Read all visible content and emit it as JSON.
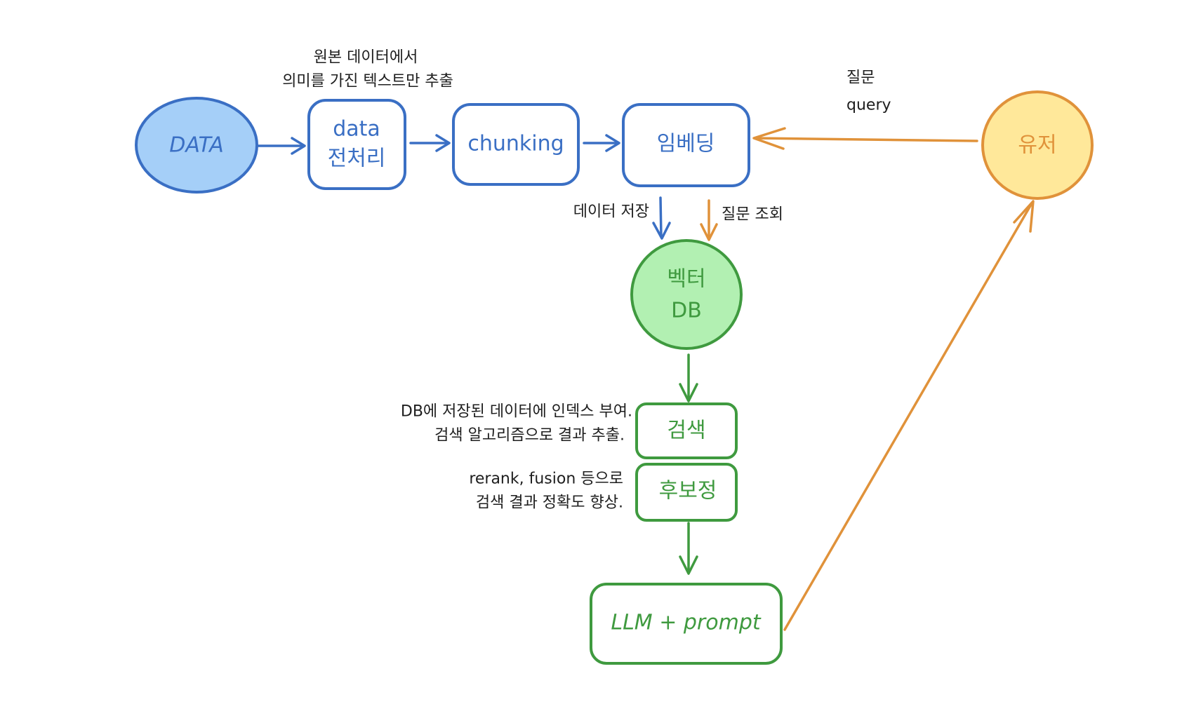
{
  "colors": {
    "blue_stroke": "#3a6fc4",
    "blue_text": "#3a6fc4",
    "blue_fill": "#a5cff8",
    "green_stroke": "#3f9a3f",
    "green_text": "#3f9a3f",
    "green_fill": "#b2f0b2",
    "orange_stroke": "#e0923a",
    "orange_text": "#e0923a",
    "yellow_fill": "#ffe89a",
    "note_text": "#1e1e1e",
    "white": "#ffffff"
  },
  "nodes": {
    "data": "DATA",
    "preprocess_line1": "data",
    "preprocess_line2": "전처리",
    "chunking": "chunking",
    "embedding": "임베딩",
    "user": "유저",
    "vectordb_line1": "벡터",
    "vectordb_line2": "DB",
    "search": "검색",
    "postprocess": "후보정",
    "llm": "LLM + prompt"
  },
  "notes": {
    "preprocess_line1": "원본 데이터에서",
    "preprocess_line2": "의미를 가진 텍스트만 추출",
    "query_line1": "질문",
    "query_line2": "query",
    "store": "데이터 저장",
    "lookup": "질문 조회",
    "search_line1": "DB에 저장된 데이터에 인덱스 부여.",
    "search_line2": "검색 알고리즘으로 결과 추출.",
    "post_line1": "rerank, fusion 등으로",
    "post_line2": "검색 결과 정확도 향상."
  }
}
